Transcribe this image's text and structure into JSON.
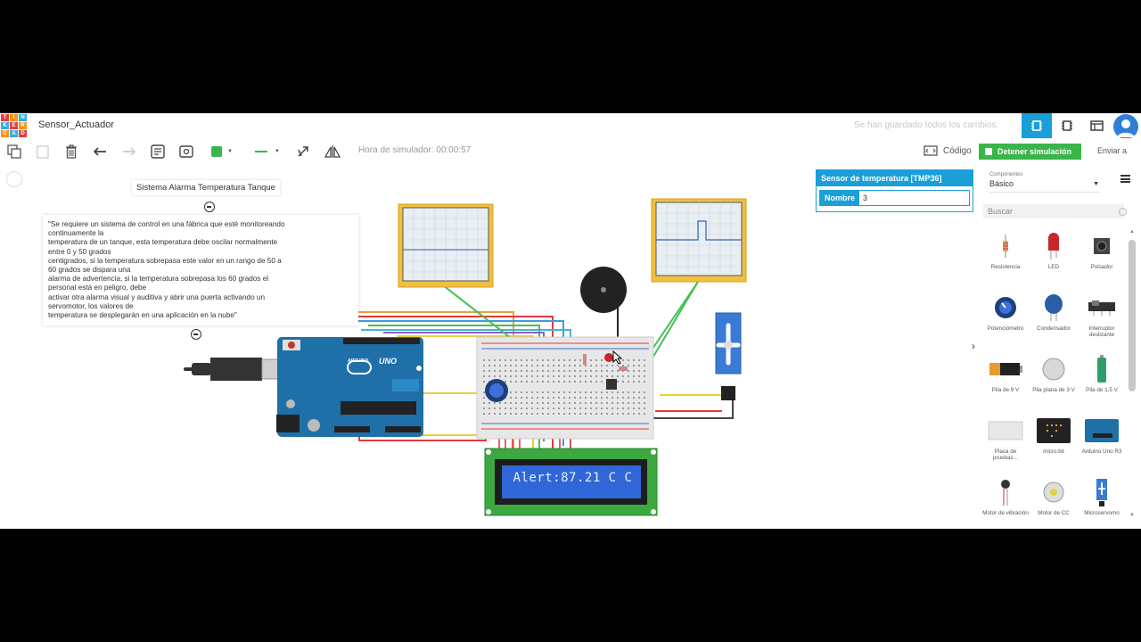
{
  "app": {
    "logo_letters": [
      "TIN",
      "KER",
      "CAD"
    ],
    "title": "Sensor_Actuador",
    "saved_status": "Se han guardado todos los cambios."
  },
  "toolbar": {
    "sim_time": "Hora de simulador: 00:00:57",
    "code_label": "Código",
    "stop_sim_label": "Detener simulación",
    "send_label": "Enviar a",
    "fill_color": "#3ab54a",
    "line_color": "#3ab54a"
  },
  "canvas": {
    "note_title": "Sistema Alarma Temperatura Tanque",
    "note_lines": [
      "\"Se requiere un sistema de control en una fábrica que esté monitoreando",
      "continuamente la",
      "temperatura de un tanque, esta temperatura debe oscilar normalmente",
      "entre 0 y 50 grados",
      "centigrados, si la temperatura sobrepasa este valor en un rango de 50 a",
      "60 grados se dispara una",
      "alarma de advertencia, si la temperatura sobrepasa los 60 grados el",
      "personal está en peligro, debe",
      "activar otra alarma visual y auditiva y abrir una puerta activando un",
      "servomotor, los valores de",
      "temperatura se desplegarán en una aplicación en la nube\""
    ],
    "lcd_text": "Alert:87.21 C C",
    "arduino_label": "UNO",
    "arduino_brand": "ARDUINO"
  },
  "properties": {
    "header": "Sensor de temperatura [TMP36]",
    "name_label": "Nombre",
    "name_value": "3"
  },
  "components": {
    "category_label": "Componentes",
    "category_value": "Básico",
    "search_placeholder": "Buscar",
    "items": [
      {
        "label": "Resistencia",
        "icon": "resistor-icon"
      },
      {
        "label": "LED",
        "icon": "led-icon"
      },
      {
        "label": "Pulsador",
        "icon": "pushbutton-icon"
      },
      {
        "label": "Potenciómetro",
        "icon": "potentiometer-icon"
      },
      {
        "label": "Condensador",
        "icon": "capacitor-icon"
      },
      {
        "label": "Interruptor deslizante",
        "icon": "slide-switch-icon"
      },
      {
        "label": "Pila de 9 V",
        "icon": "battery-9v-icon"
      },
      {
        "label": "Pila plana de 3 V",
        "icon": "coin-cell-icon"
      },
      {
        "label": "Pila de 1,5 V",
        "icon": "battery-aa-icon"
      },
      {
        "label": "Placa de pruebas...",
        "icon": "breadboard-icon"
      },
      {
        "label": "micro:bit",
        "icon": "microbit-icon"
      },
      {
        "label": "Arduino Uno R3",
        "icon": "arduino-icon"
      },
      {
        "label": "Motor de vibración",
        "icon": "vibration-motor-icon"
      },
      {
        "label": "Motor de CC",
        "icon": "dc-motor-icon"
      },
      {
        "label": "Microservomo",
        "icon": "microservo-icon"
      }
    ]
  }
}
